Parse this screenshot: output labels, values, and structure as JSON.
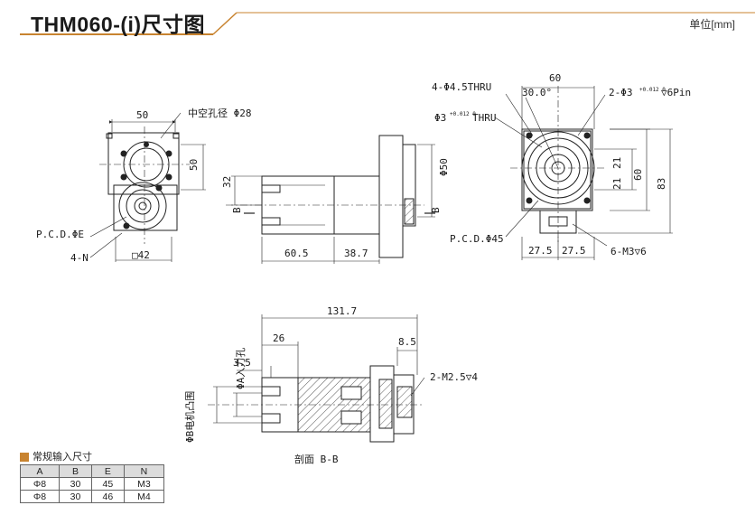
{
  "title": "THM060-(i)尺寸图",
  "unit": "单位[mm]",
  "colors": {
    "title_accent": "#c8832f",
    "line": "#222222",
    "hatch": "#333333",
    "table_header": "#dcdcdc"
  },
  "front_view": {
    "dim_width": "50",
    "dim_height": "50",
    "hole_label": "中空孔径 Φ28",
    "pcd_label": "P.C.D.ΦE",
    "holes_label": "4-N",
    "square_label": "□42"
  },
  "side_view": {
    "dim_32": "32",
    "dim_phi50": "Φ50",
    "dim_60_5": "60.5",
    "dim_38_7": "38.7",
    "section_mark": "B"
  },
  "right_view": {
    "dim_top": "60",
    "angle": "30.0°",
    "thru_holes": "4-Φ4.5THRU",
    "pin_holes": "2-Φ3",
    "pin_tol": "+0.012\n0",
    "pin_depth": "▽6Pin",
    "thru_pin": "Φ3",
    "thru_pin_tol": "+0.012\n0",
    "thru_pin_suffix": "THRU",
    "dim_21a": "21",
    "dim_21b": "21",
    "dim_60": "60",
    "dim_83": "83",
    "pcd": "P.C.D.Φ45",
    "dim_27_5a": "27.5",
    "dim_27_5b": "27.5",
    "tapped": "6-M3▽6"
  },
  "section_view": {
    "dim_total": "131.7",
    "dim_26": "26",
    "dim_3_5": "3.5",
    "dim_8_5": "8.5",
    "label_a": "ΦA入力孔",
    "label_b": "ΦB电机凸围",
    "tap": "2-M2.5▽4",
    "caption": "剖面 B-B"
  },
  "table": {
    "caption": "常规输入尺寸",
    "headers": [
      "A",
      "B",
      "E",
      "N"
    ],
    "rows": [
      [
        "Φ8",
        "30",
        "45",
        "M3"
      ],
      [
        "Φ8",
        "30",
        "46",
        "M4"
      ]
    ]
  }
}
